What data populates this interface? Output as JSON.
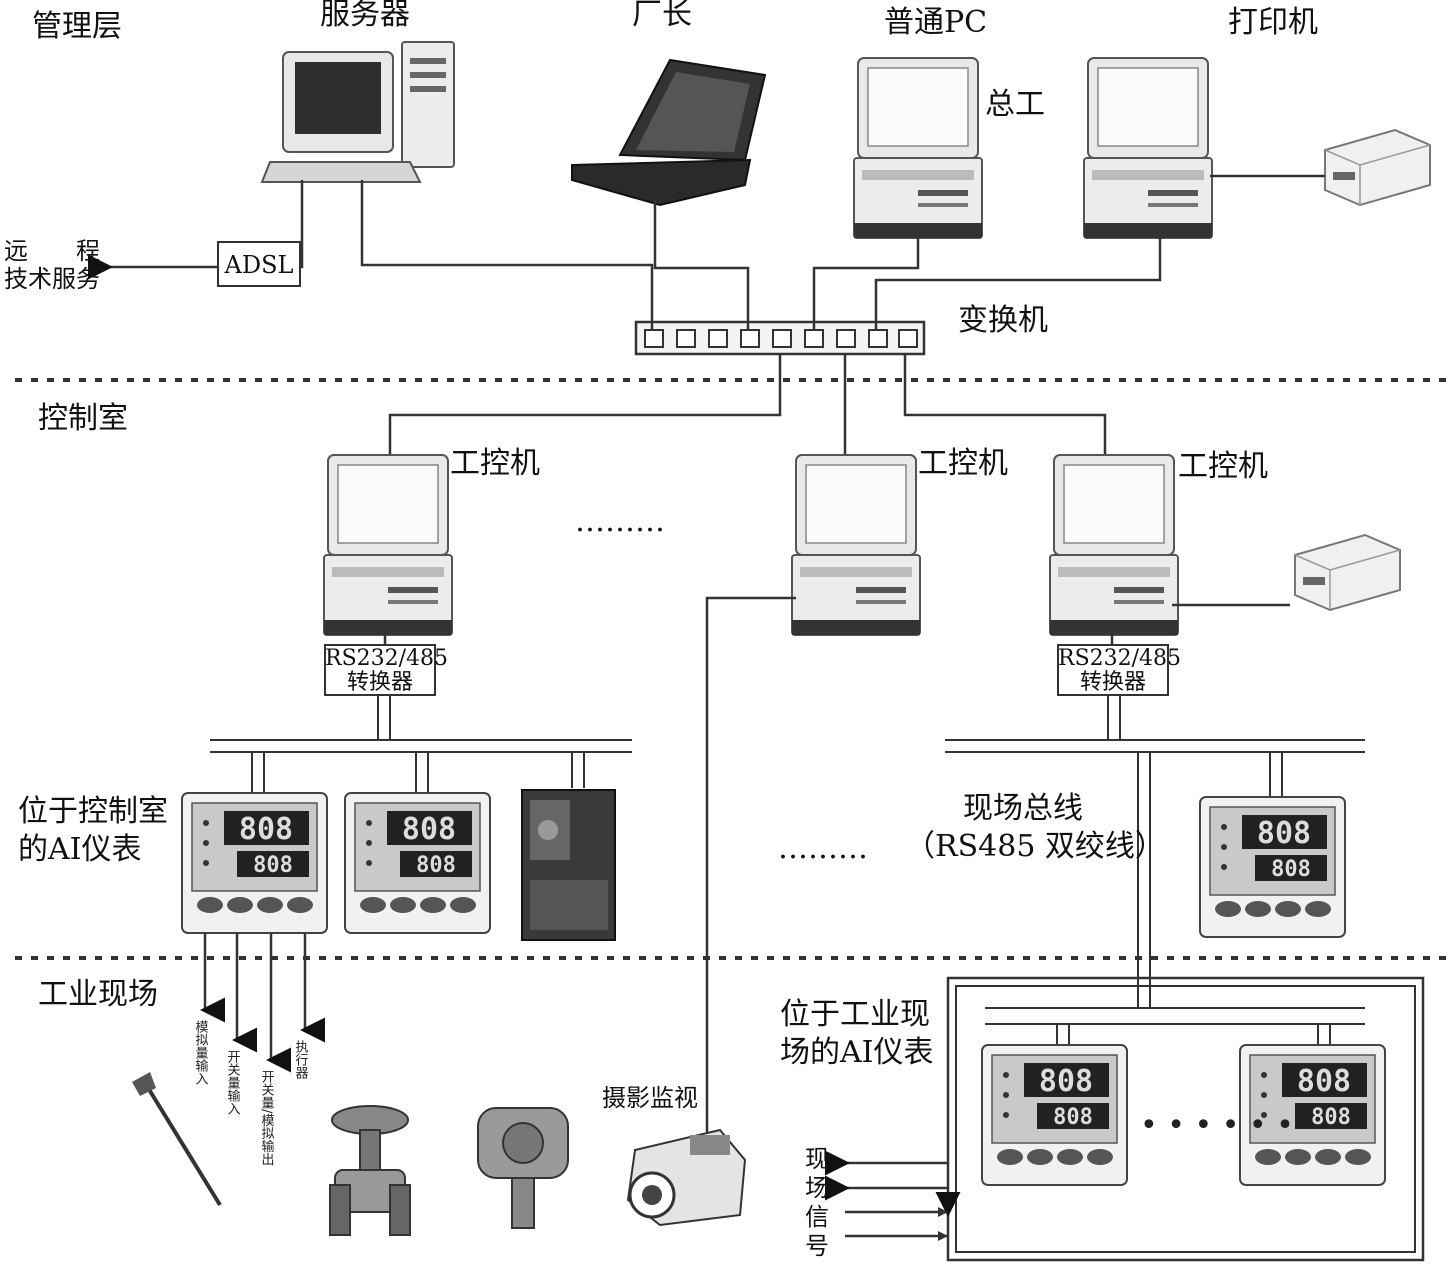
{
  "layers": {
    "management": "管理层",
    "control_room": "控制室",
    "field": "工业现场"
  },
  "top": {
    "server": "服务器",
    "director": "厂长",
    "pc": "普通PC",
    "chief_engineer": "总工",
    "printer": "打印机",
    "switch": "变换机",
    "adsl": "ADSL",
    "remote_line1": "远　　程",
    "remote_line2": "技术服务"
  },
  "control": {
    "ipc": "工控机",
    "ellipsis": "………",
    "converter_line1": "RS232/485",
    "converter_line2": "转换器",
    "ai_in_room_line1": "位于控制室",
    "ai_in_room_line2": "的AI仪表",
    "fieldbus_line1": "现场总线",
    "fieldbus_line2": "（RS485 双绞线）",
    "meter_display": "808"
  },
  "field": {
    "camera": "摄影监视",
    "ai_in_field_line1": "位于工业现",
    "ai_in_field_line2": "场的AI仪表",
    "signal_chars": [
      "现",
      "场",
      "信",
      "号"
    ],
    "signal_labels": [
      "模拟量输入",
      "开关量输入",
      "开关量/模拟输出",
      "执行器"
    ]
  },
  "icons": [
    "server-icon",
    "laptop-icon",
    "desktop-pc-icon",
    "printer-icon",
    "network-switch-icon",
    "industrial-pc-icon",
    "ai-meter-icon",
    "field-module-icon",
    "valve-icon",
    "transmitter-icon",
    "camera-icon",
    "thermocouple-icon"
  ]
}
